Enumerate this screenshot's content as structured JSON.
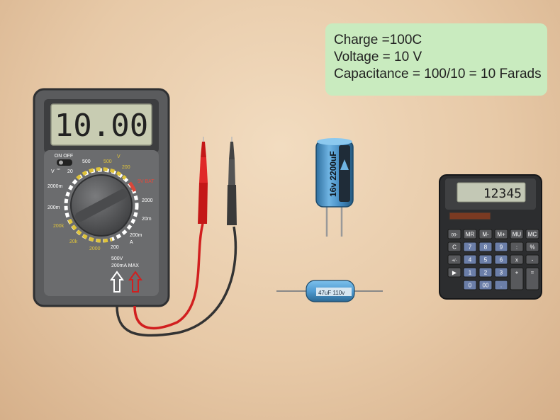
{
  "formula_card": {
    "charge": "Charge =100C",
    "voltage": "Voltage = 10 V",
    "capacitance": "Capacitance = 100/10 = 10 Farads"
  },
  "multimeter": {
    "display": "10.00",
    "power_label": "ON OFF",
    "dial_labels": {
      "v_dc": "V",
      "v_dc_20": "20",
      "r500a": "500",
      "r500b": "500",
      "v": "V",
      "r200a": "200",
      "bat": "9V BAT",
      "r2000a": "2000",
      "r20m": "20m",
      "r200m": "200m",
      "a_dc": "A",
      "r200b": "200",
      "r2000b": "2000",
      "r20k": "20k",
      "r200k": "200k",
      "r200m_left": "200m",
      "r2000m": "2000m"
    },
    "port_rating_1": "500V",
    "port_rating_2": "200mA MAX"
  },
  "capacitor_large": {
    "label": "16v 2200uF"
  },
  "capacitor_small": {
    "label": "47uF 110v"
  },
  "calculator": {
    "display": "12345",
    "keys": [
      "00-",
      "MR",
      "M-",
      "M+",
      "MU",
      "MC",
      "C",
      "7",
      "8",
      "9",
      ":",
      "%",
      "+/-",
      "4",
      "5",
      "6",
      "x",
      "-",
      "▶",
      "1",
      "2",
      "3",
      "+",
      "=",
      "0",
      "00",
      ".",
      "",
      ""
    ]
  },
  "colors": {
    "card": "#c9ebbf",
    "lcd": "#c8ccb2",
    "meter_body": "#5e5f61",
    "capacitor": "#4f9bd1",
    "red_lead": "#d11f1f",
    "black_lead": "#333333"
  }
}
